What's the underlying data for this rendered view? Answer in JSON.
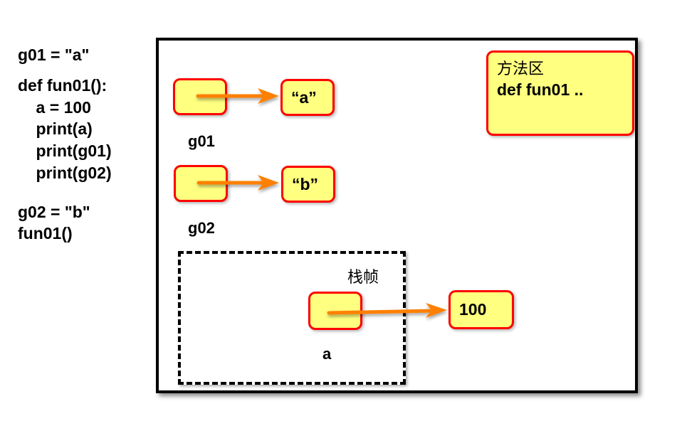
{
  "code_lines": {
    "l1": "g01 = \"a\"",
    "l2": "def fun01():",
    "l3": "    a = 100",
    "l4": "    print(a)",
    "l5": "    print(g01)",
    "l6": "    print(g02)",
    "l7": "g02 = \"b\"",
    "l8": "fun01()"
  },
  "memory": {
    "globals": [
      {
        "name": "g01",
        "value": "“a”"
      },
      {
        "name": "g02",
        "value": "“b”"
      }
    ],
    "method_area": {
      "title": "方法区",
      "content": "def fun01 .."
    },
    "stack_frame": {
      "title": "栈帧",
      "local": {
        "name": "a",
        "value": "100"
      }
    }
  },
  "colors": {
    "box_fill": "#ffff80",
    "box_border": "#ff0000",
    "arrow": "#ff8000"
  }
}
